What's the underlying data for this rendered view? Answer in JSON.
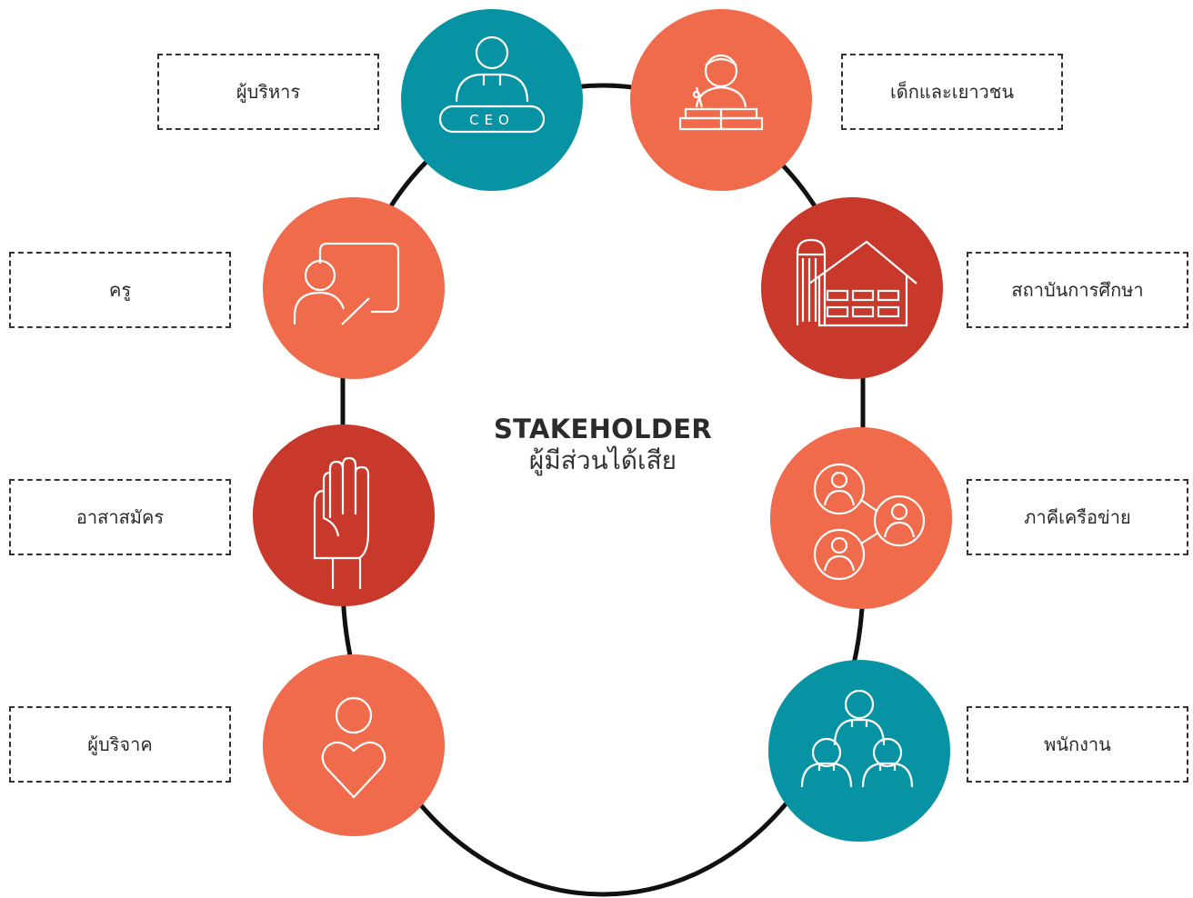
{
  "center": {
    "title": "STAKEHOLDER",
    "subtitle": "ผู้มีส่วนได้เสีย"
  },
  "colors": {
    "teal": "#0893a4",
    "orange": "#f06b4b",
    "red": "#c8392b",
    "ring": "#111111",
    "dash": "#333333"
  },
  "stakeholders": [
    {
      "label": "ผู้บริหาร",
      "icon": "ceo-icon",
      "color": "teal",
      "badge": "CEO"
    },
    {
      "label": "เด็กและเยาวชน",
      "icon": "student-reading-icon",
      "color": "orange"
    },
    {
      "label": "ครู",
      "icon": "teacher-board-icon",
      "color": "orange"
    },
    {
      "label": "สถาบันการศึกษา",
      "icon": "school-building-icon",
      "color": "red"
    },
    {
      "label": "อาสาสมัคร",
      "icon": "raised-hand-icon",
      "color": "red"
    },
    {
      "label": "ภาคีเครือข่าย",
      "icon": "network-people-icon",
      "color": "orange"
    },
    {
      "label": "ผู้บริจาค",
      "icon": "donor-heart-icon",
      "color": "orange"
    },
    {
      "label": "พนักงาน",
      "icon": "team-icon",
      "color": "teal"
    }
  ]
}
